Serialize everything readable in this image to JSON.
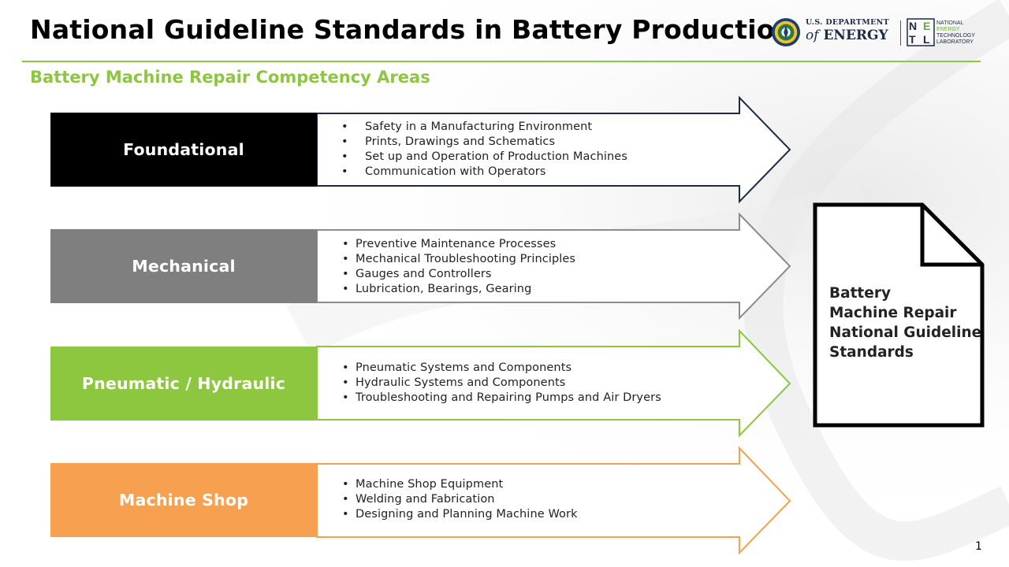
{
  "header": {
    "title": "National Guideline Standards in Battery Production",
    "subtitle": "Battery Machine Repair Competency Areas"
  },
  "logos": {
    "doe": {
      "line1": "U.S. DEPARTMENT",
      "line2_of": "of",
      "line2_energy": "ENERGY"
    },
    "netl": {
      "mark_letters": [
        "N",
        "E",
        "T",
        "L"
      ],
      "lines": [
        "NATIONAL",
        "ENERGY",
        "TECHNOLOGY",
        "LABORATORY"
      ]
    }
  },
  "competency_areas": [
    {
      "label": "Foundational",
      "color": "#000000",
      "outline": "#1e2a44",
      "items": [
        "Safety in a Manufacturing Environment",
        "Prints, Drawings and Schematics",
        "Set up and Operation of Production Machines",
        "Communication with Operators"
      ]
    },
    {
      "label": "Mechanical",
      "color": "#7f7f7f",
      "outline": "#8c8c8c",
      "items": [
        "Preventive Maintenance Processes",
        "Mechanical Troubleshooting Principles",
        "Gauges and Controllers",
        "Lubrication, Bearings, Gearing"
      ]
    },
    {
      "label": "Pneumatic / Hydraulic",
      "color": "#8dc63f",
      "outline": "#8dc63f",
      "items": [
        "Pneumatic Systems and Components",
        "Hydraulic Systems and Components",
        "Troubleshooting and Repairing Pumps and Air Dryers"
      ]
    },
    {
      "label": "Machine Shop",
      "color": "#f7a150",
      "outline": "#f7a150",
      "items": [
        "Machine Shop Equipment",
        "Welding and Fabrication",
        "Designing and Planning Machine Work"
      ]
    }
  ],
  "document": {
    "lines": [
      "Battery",
      "Machine Repair",
      "National Guideline",
      "Standards"
    ]
  },
  "footer": {
    "page_number": "1"
  }
}
